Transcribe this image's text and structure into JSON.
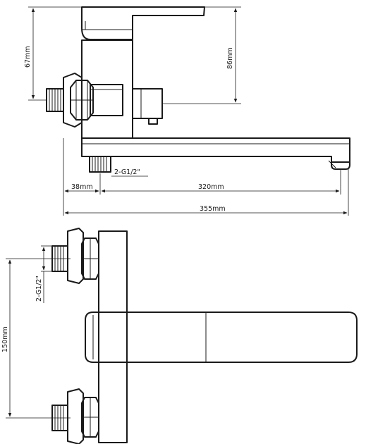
{
  "dimensions": {
    "top_height_1": "67mm",
    "top_height_2": "86mm",
    "thread_top": "2-G1/2\"",
    "dim_38": "38mm",
    "dim_320": "320mm",
    "dim_355": "355mm",
    "thread_front": "2-G1/2\"",
    "dim_150": "150mm"
  },
  "colors": {
    "line": "#1a1a1a",
    "background": "#ffffff"
  }
}
